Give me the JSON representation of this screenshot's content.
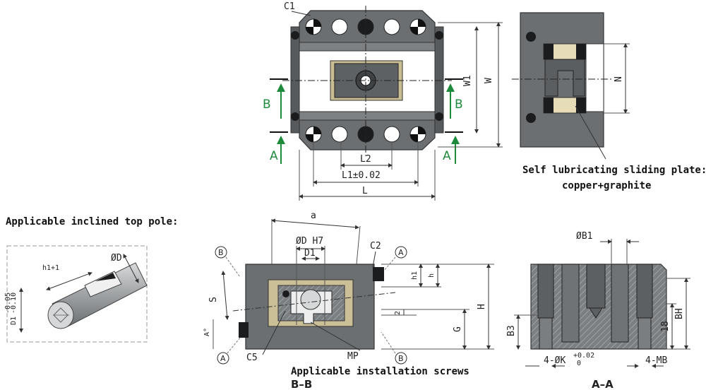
{
  "captions": {
    "self_lubricating_line1": "Self lubricating sliding plate:",
    "self_lubricating_line2": "copper+graphite",
    "inclined_top_pole": "Applicable inclined top pole:",
    "installation_screws": "Applicable installation screws"
  },
  "section_labels": {
    "bb": "B–B",
    "aa": "A–A"
  },
  "top_view": {
    "c1": "C1",
    "w1": "W1",
    "w": "W",
    "n": "N",
    "l2": "L2",
    "l1_tol": "L1±0.02",
    "l": "L",
    "arrow_b": "B",
    "arrow_a": "A"
  },
  "pole": {
    "h1_plus_1": "h1+1",
    "od": "ØD",
    "d1": "D1",
    "tol_upper": "-0.05",
    "tol_lower": "-0.10"
  },
  "bb_view": {
    "a": "a",
    "odh7": "ØD H7",
    "d1": "D1",
    "c2": "C2",
    "h1": "h1",
    "h": "h",
    "s": "S",
    "two": "2",
    "g": "G",
    "big_h": "H",
    "a_deg": "A°",
    "c5": "C5",
    "mp": "MP",
    "circle_a": "A",
    "circle_b": "B"
  },
  "aa_view": {
    "ob1": "ØB1",
    "bh": "BH",
    "eighteen": "18",
    "b3": "B3",
    "four_k": "4-ØK",
    "k_tol_upper": "+0.02",
    "k_tol_lower": "0",
    "four_mb": "4-MB"
  },
  "colors": {
    "body": "#6b6f72",
    "body_dark": "#4a4d50",
    "brass": "#cbbf97",
    "green": "#1e8a3c",
    "hatch": "#9a9ea1"
  }
}
